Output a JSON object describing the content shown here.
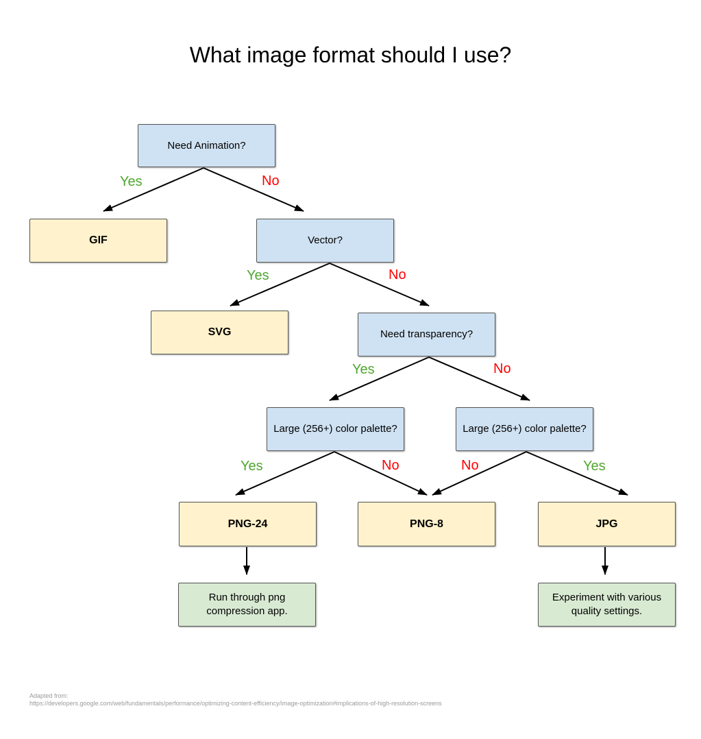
{
  "title": "What image format should I use?",
  "nodes": {
    "need_animation": "Need Animation?",
    "gif": "GIF",
    "vector": "Vector?",
    "svg": "SVG",
    "need_transparency": "Need transparency?",
    "large_palette_left": "Large (256+) color palette?",
    "large_palette_right": "Large (256+) color palette?",
    "png24": "PNG-24",
    "png8": "PNG-8",
    "jpg": "JPG",
    "png_tip": "Run through png compression app.",
    "jpg_tip": "Experiment with various quality settings."
  },
  "labels": {
    "yes": "Yes",
    "no": "No"
  },
  "colors": {
    "question": "#cfe2f3",
    "answer": "#fff2cc",
    "tip": "#d9ead3",
    "yes": "#4ea72e",
    "no": "#ff0000"
  },
  "footer": {
    "line1": "Adapted from:",
    "line2": "https://developers.google.com/web/fundamentals/performance/optimizing-content-efficiency/image-optimization#implications-of-high-resolution-screens"
  }
}
